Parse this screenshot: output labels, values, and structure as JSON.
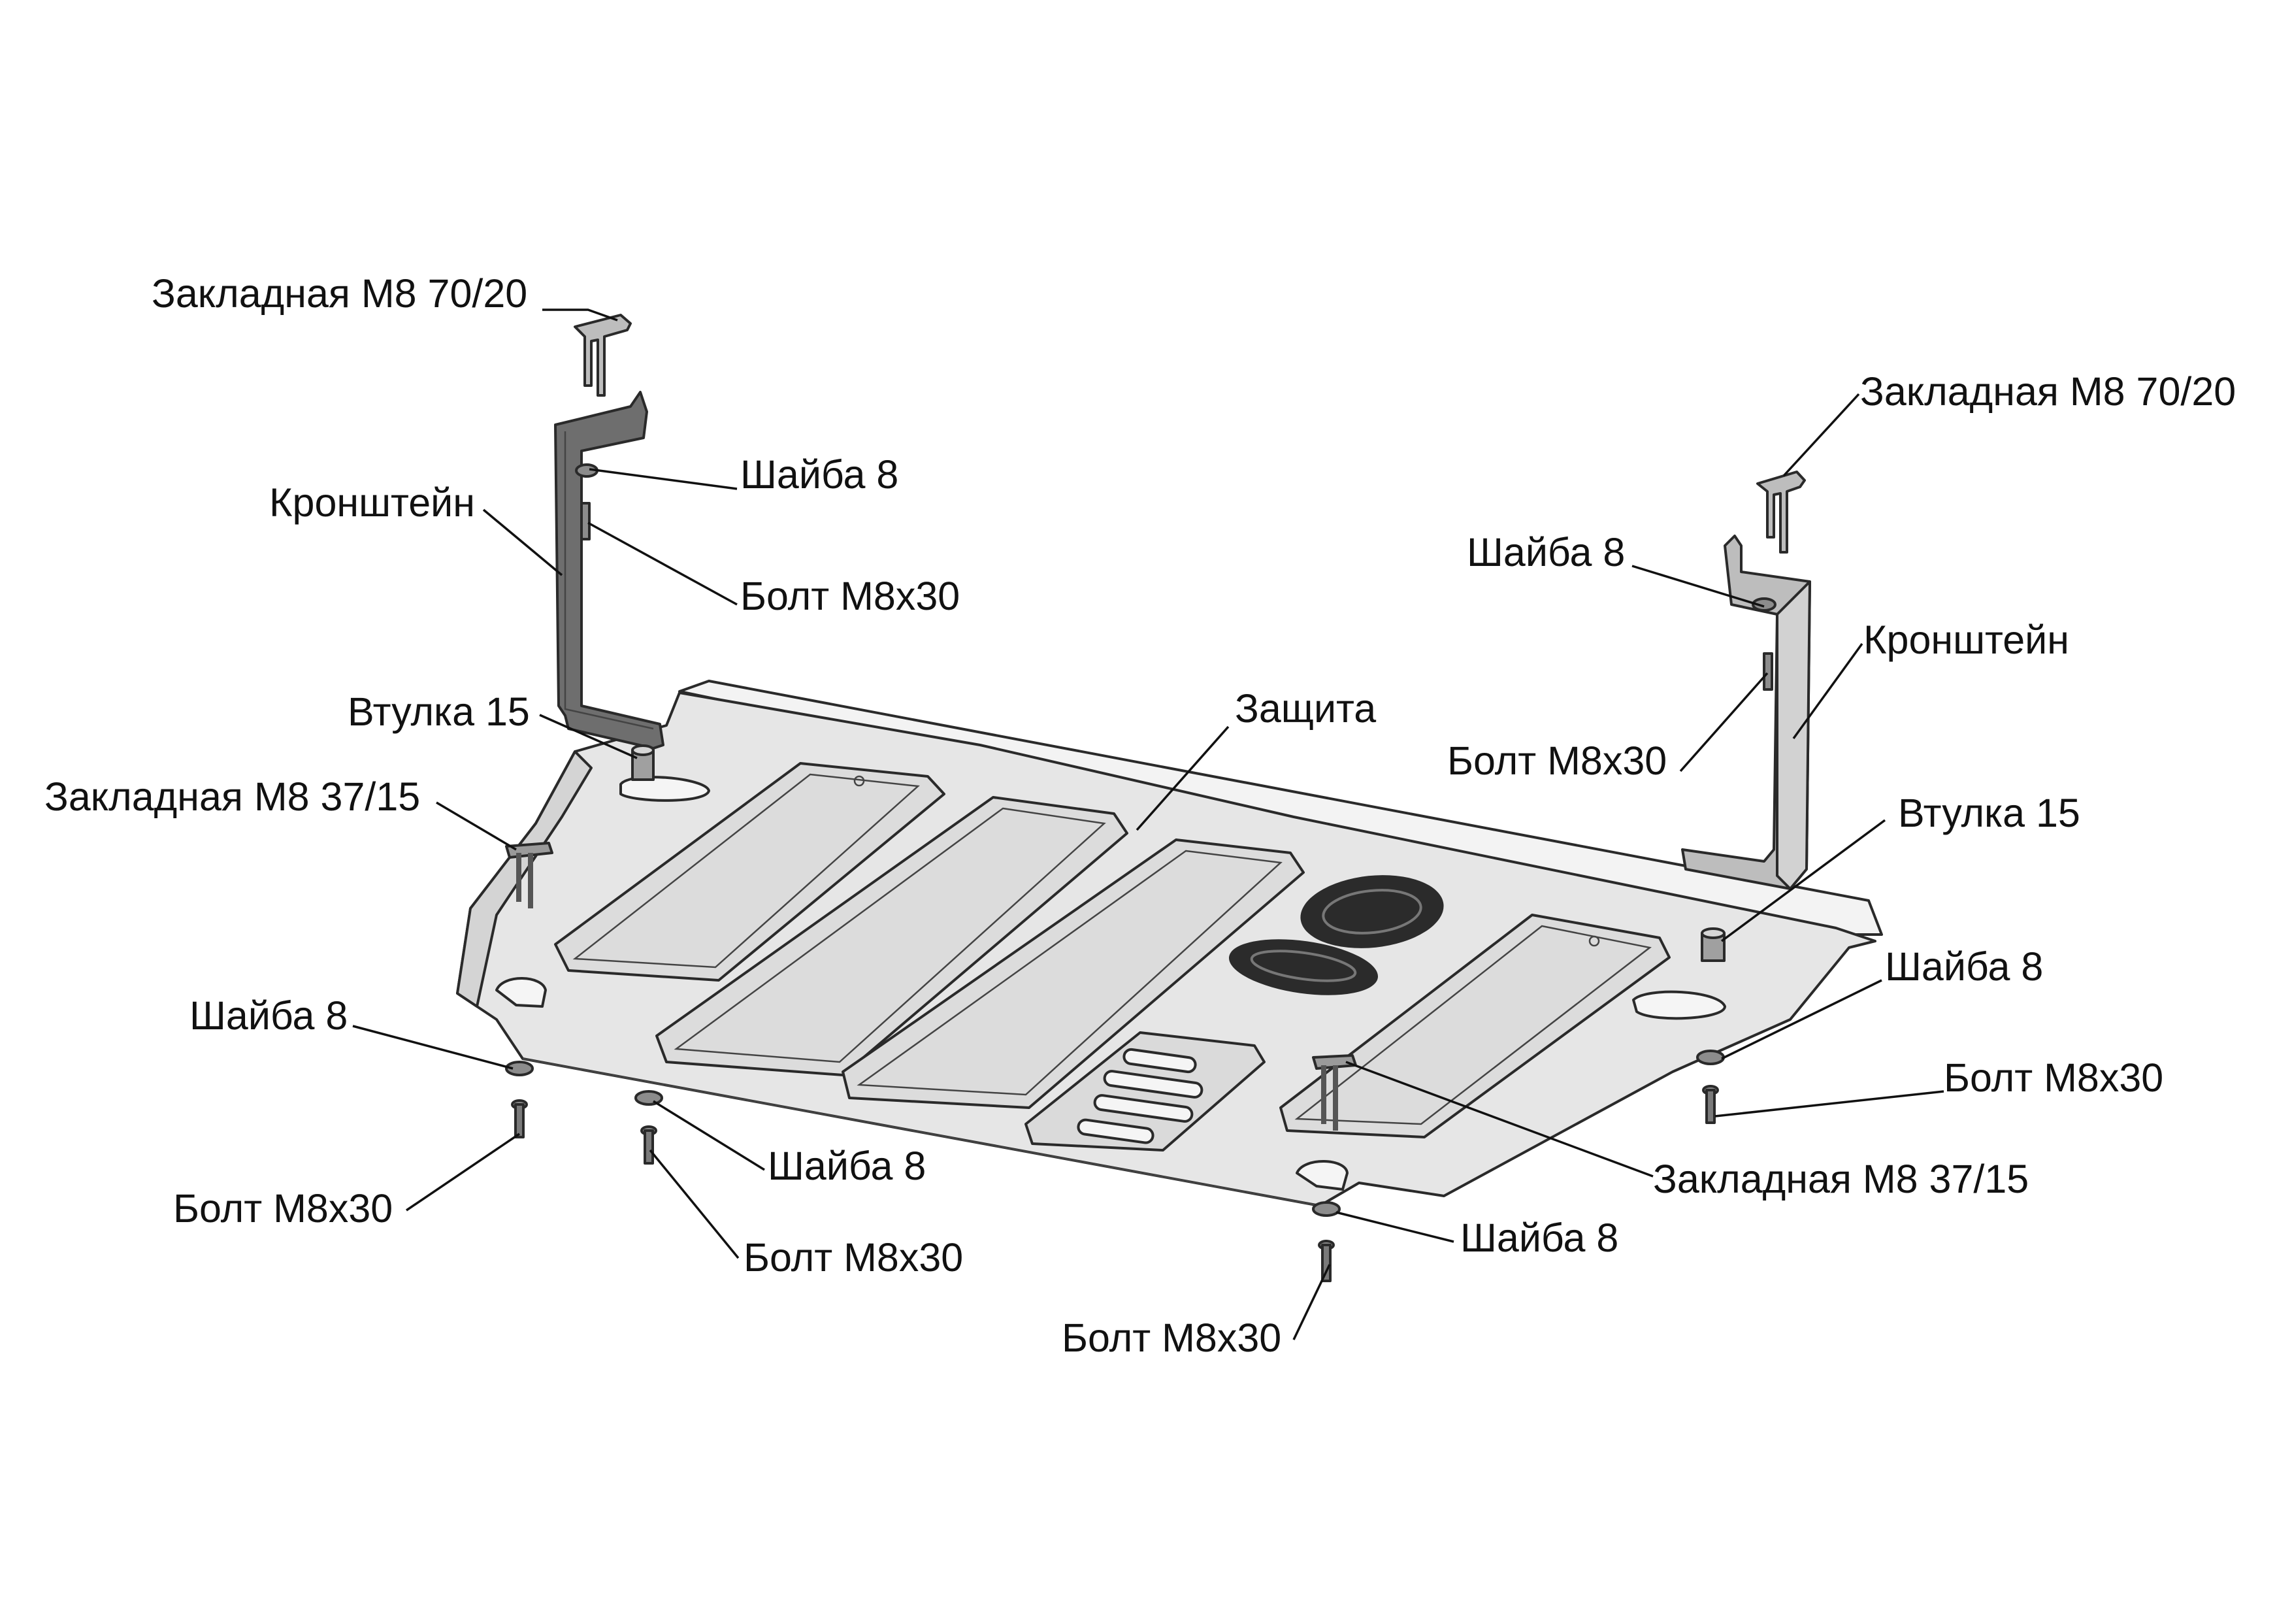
{
  "diagram": {
    "parts": {
      "zakladnaya_m8_70_20": "Закладная М8 70/20",
      "kronshtein": "Кронштейн",
      "shaiba_8": "Шайба 8",
      "bolt_m8x30": "Болт М8х30",
      "vtulka_15": "Втулка 15",
      "zakladnaya_m8_37_15": "Закладная М8 37/15",
      "zashchita": "Защита"
    },
    "colors": {
      "plate": "#e6e6e6",
      "plate_shadow": "#cfcfcf",
      "bracket_left": "#6e6e6e",
      "bracket_right": "#bdbdbd",
      "insert": "#3c3c3c",
      "hardware": "#8c8c8c"
    }
  }
}
